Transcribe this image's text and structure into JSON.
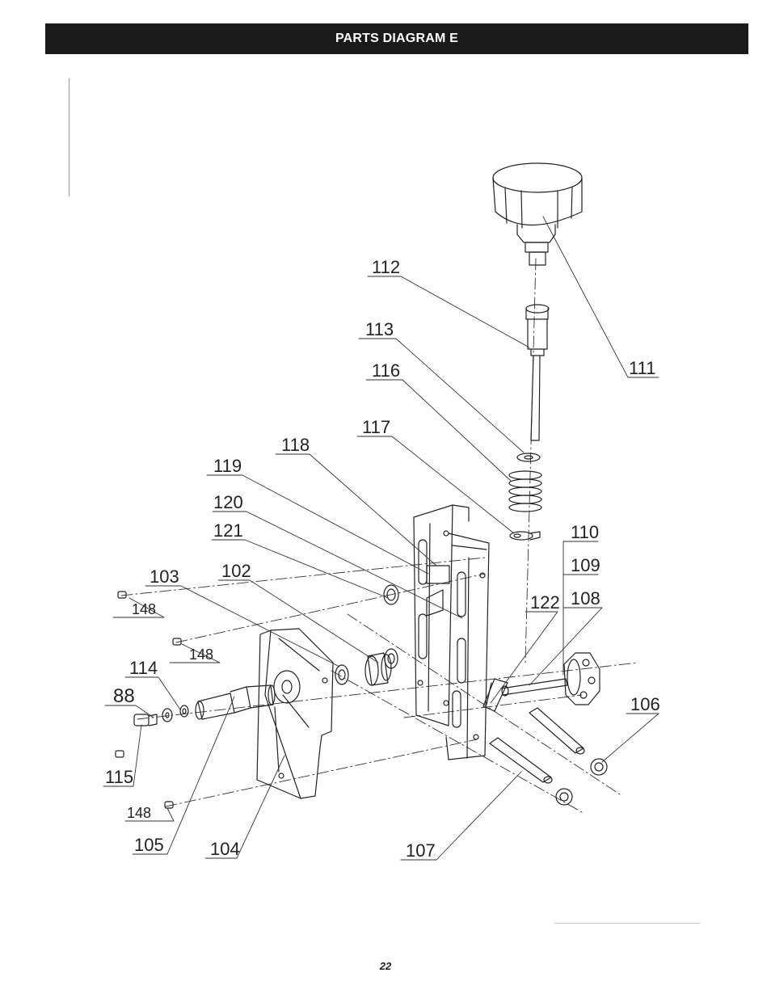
{
  "header": {
    "title": "PARTS DIAGRAM E"
  },
  "footer": {
    "page_number": "22"
  },
  "callouts": {
    "c111": "111",
    "c112": "112",
    "c113": "113",
    "c116": "116",
    "c117": "117",
    "c118": "118",
    "c119": "119",
    "c120": "120",
    "c121": "121",
    "c103": "103",
    "c102": "102",
    "c148a": "148",
    "c148b": "148",
    "c148c": "148",
    "c114": "114",
    "c88": "88",
    "c115": "115",
    "c105": "105",
    "c104": "104",
    "c107": "107",
    "c110": "110",
    "c109": "109",
    "c108": "108",
    "c122": "122",
    "c106": "106"
  }
}
